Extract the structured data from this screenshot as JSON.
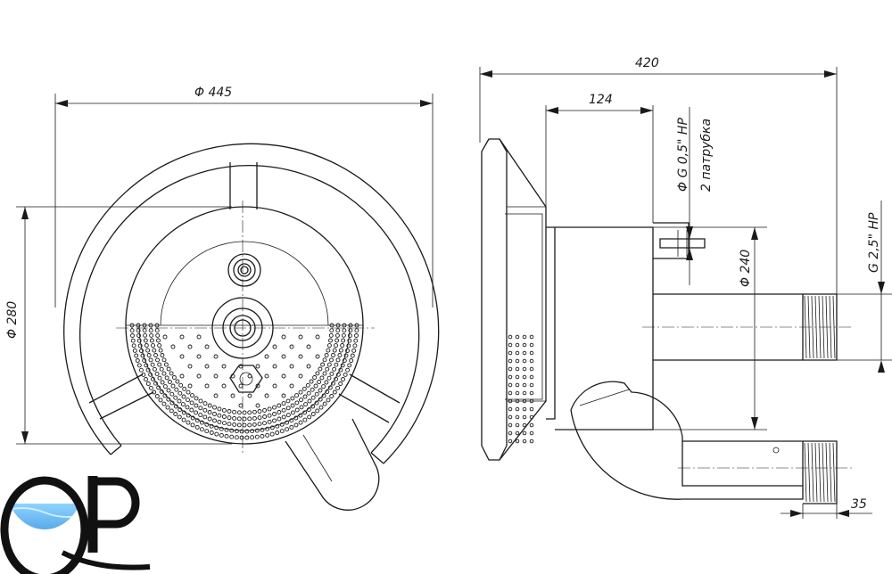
{
  "drawing": {
    "front_view": {
      "dim_outer_diameter": "Φ 445",
      "dim_inner_diameter": "Φ 280"
    },
    "side_view": {
      "dim_total_length": "420",
      "dim_body_offset": "124",
      "dim_small_port_line1": "Φ G 0,5\" НР",
      "dim_small_port_line2": "2 патрубка",
      "dim_body_diameter": "Φ 240",
      "dim_main_port": "G 2,5\" НР",
      "dim_thread_length": "35"
    },
    "logo": {
      "text": "QP",
      "colors": {
        "water_dark": "#1565b8",
        "water_light": "#8fd3ff",
        "ink": "#111111"
      }
    }
  }
}
